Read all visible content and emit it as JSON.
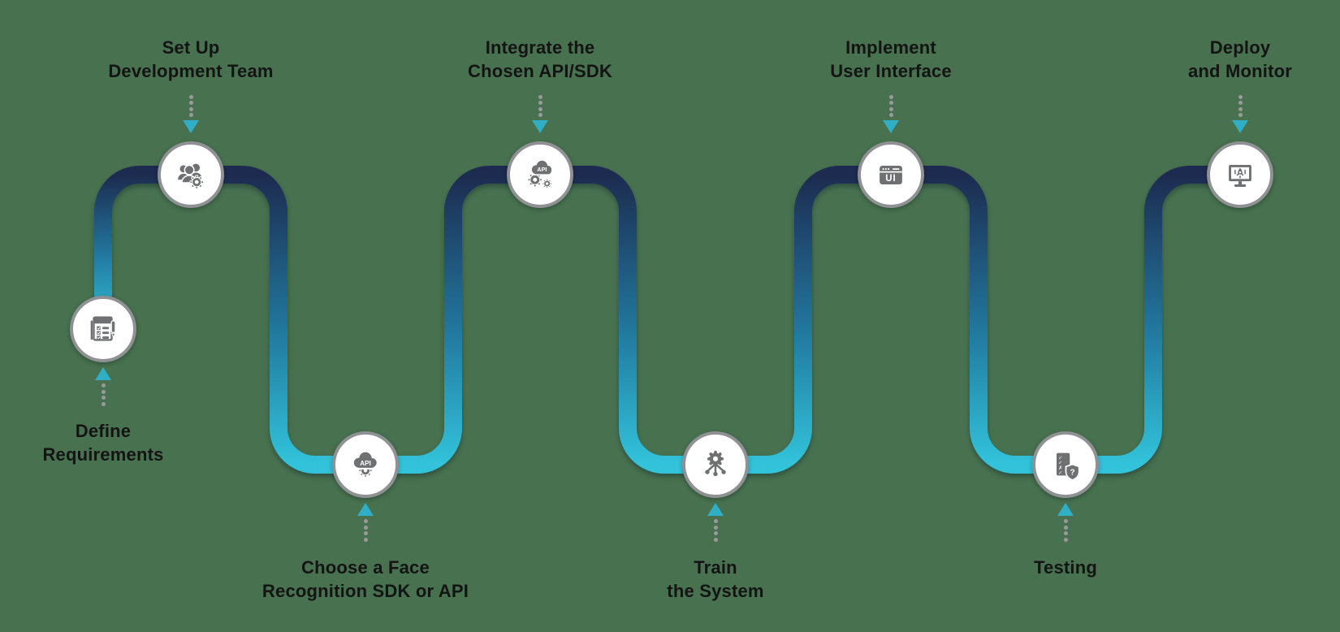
{
  "figure": {
    "type": "process-flow-snake-diagram",
    "node_count": 8
  },
  "steps": [
    {
      "name": "define-requirements",
      "lines": [
        "Define",
        "Requirements"
      ],
      "icon": "document-checklist-pen-icon"
    },
    {
      "name": "setup-development-team",
      "lines": [
        "Set Up",
        "Development Team"
      ],
      "icon": "team-gear-icon"
    },
    {
      "name": "choose-face-recognition-sdk",
      "lines": [
        "Choose a Face",
        "Recognition SDK or API"
      ],
      "icon": "cloud-api-gear-icon",
      "icon_text": "API"
    },
    {
      "name": "integrate-chosen-api-sdk",
      "lines": [
        "Integrate the",
        "Chosen API/SDK"
      ],
      "icon": "cloud-api-gears-icon",
      "icon_text": "API"
    },
    {
      "name": "train-the-system",
      "lines": [
        "Train",
        "the System"
      ],
      "icon": "gear-network-icon"
    },
    {
      "name": "implement-user-interface",
      "lines": [
        "Implement",
        "User Interface"
      ],
      "icon": "browser-ui-window-icon",
      "icon_text": "UI"
    },
    {
      "name": "testing",
      "lines": [
        "Testing"
      ],
      "icon": "checklist-shield-question-icon",
      "icon_text": "?",
      "icon_marks": [
        "✓",
        "✓",
        "✗",
        "✓"
      ]
    },
    {
      "name": "deploy-and-monitor",
      "lines": [
        "Deploy",
        "and Monitor"
      ],
      "icon": "monitor-rocket-icon"
    }
  ],
  "colors": {
    "background": "#47714F",
    "path_navy": "#1D2B50",
    "path_mid_blue": "#21759B",
    "path_cyan": "#32C3DB",
    "arrow_teal": "#2FAEC5",
    "dotted_line_gray": "#9A9A9A",
    "node_border_gray": "#8F9194",
    "node_fill": "#FFFFFF",
    "icon_gray": "#6F7072",
    "label_text": "#141414"
  }
}
